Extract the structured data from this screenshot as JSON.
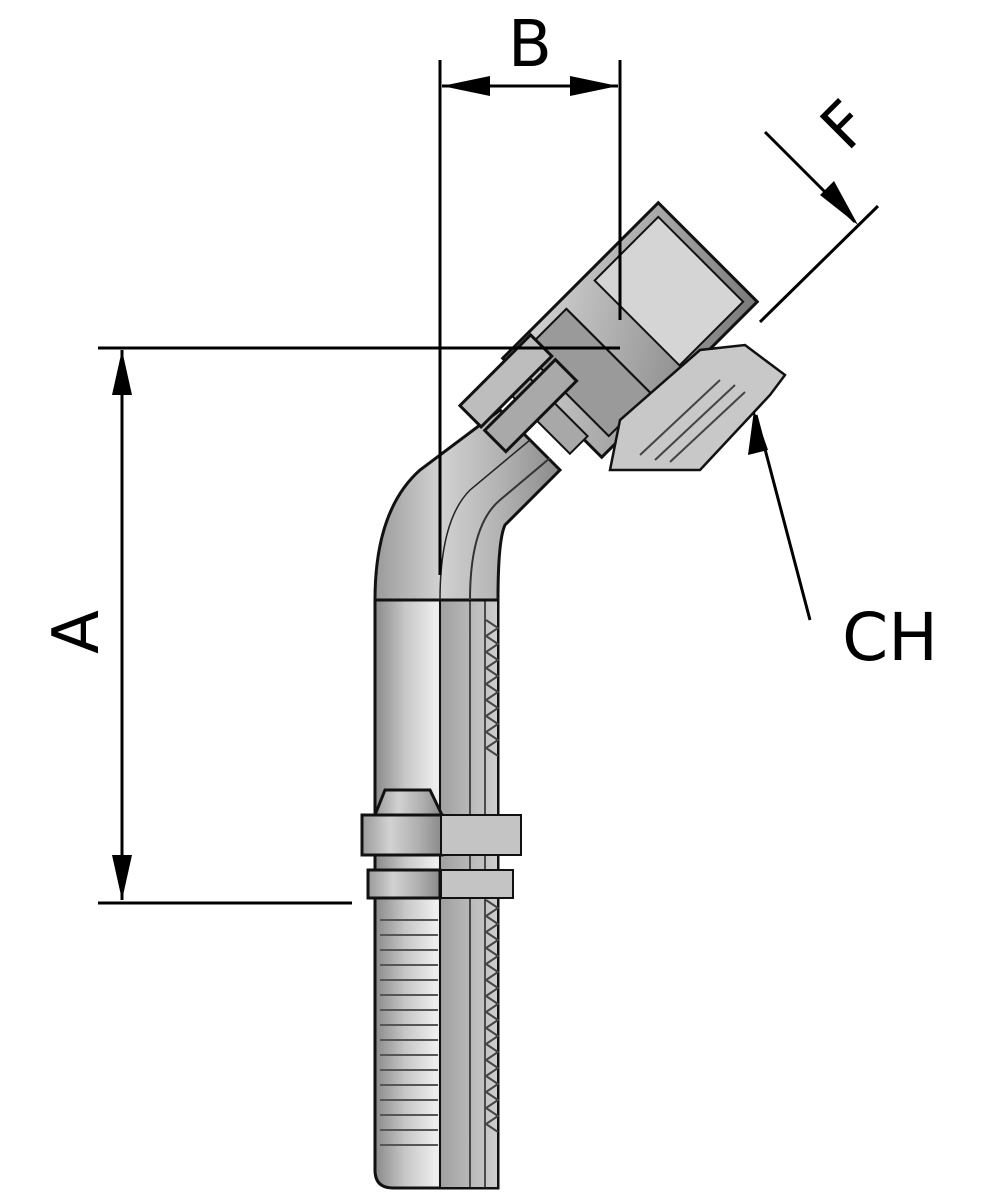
{
  "labels": {
    "a": "A",
    "b": "B",
    "f": "F",
    "ch": "CH"
  },
  "colors": {
    "metal_dark": "#7e7e7e",
    "metal_mid": "#b9b9b9",
    "metal_light": "#e6e6e6",
    "line": "#000000",
    "background": "#ffffff"
  }
}
